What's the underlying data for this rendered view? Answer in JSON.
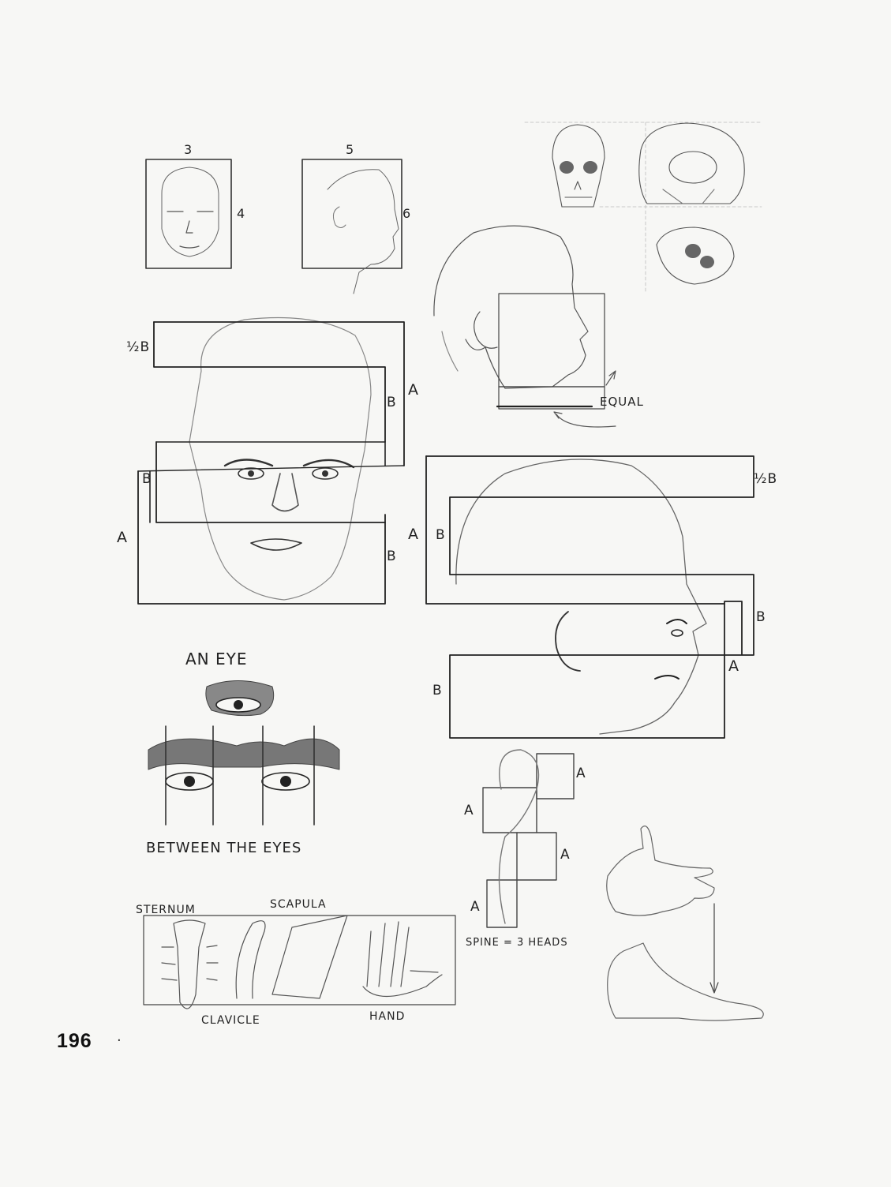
{
  "page": {
    "number": "196"
  },
  "labels": {
    "front_width": "3",
    "front_height": "4",
    "side_width": "5",
    "side_height": "6",
    "half_b": "½B",
    "b": "B",
    "a": "A",
    "equal": "EQUAL",
    "an_eye": "AN EYE",
    "between_the_eyes": "BETWEEN THE EYES",
    "sternum": "STERNUM",
    "scapula": "SCAPULA",
    "clavicle": "CLAVICLE",
    "hand": "HAND",
    "spine": "SPINE = 3 HEADS"
  }
}
